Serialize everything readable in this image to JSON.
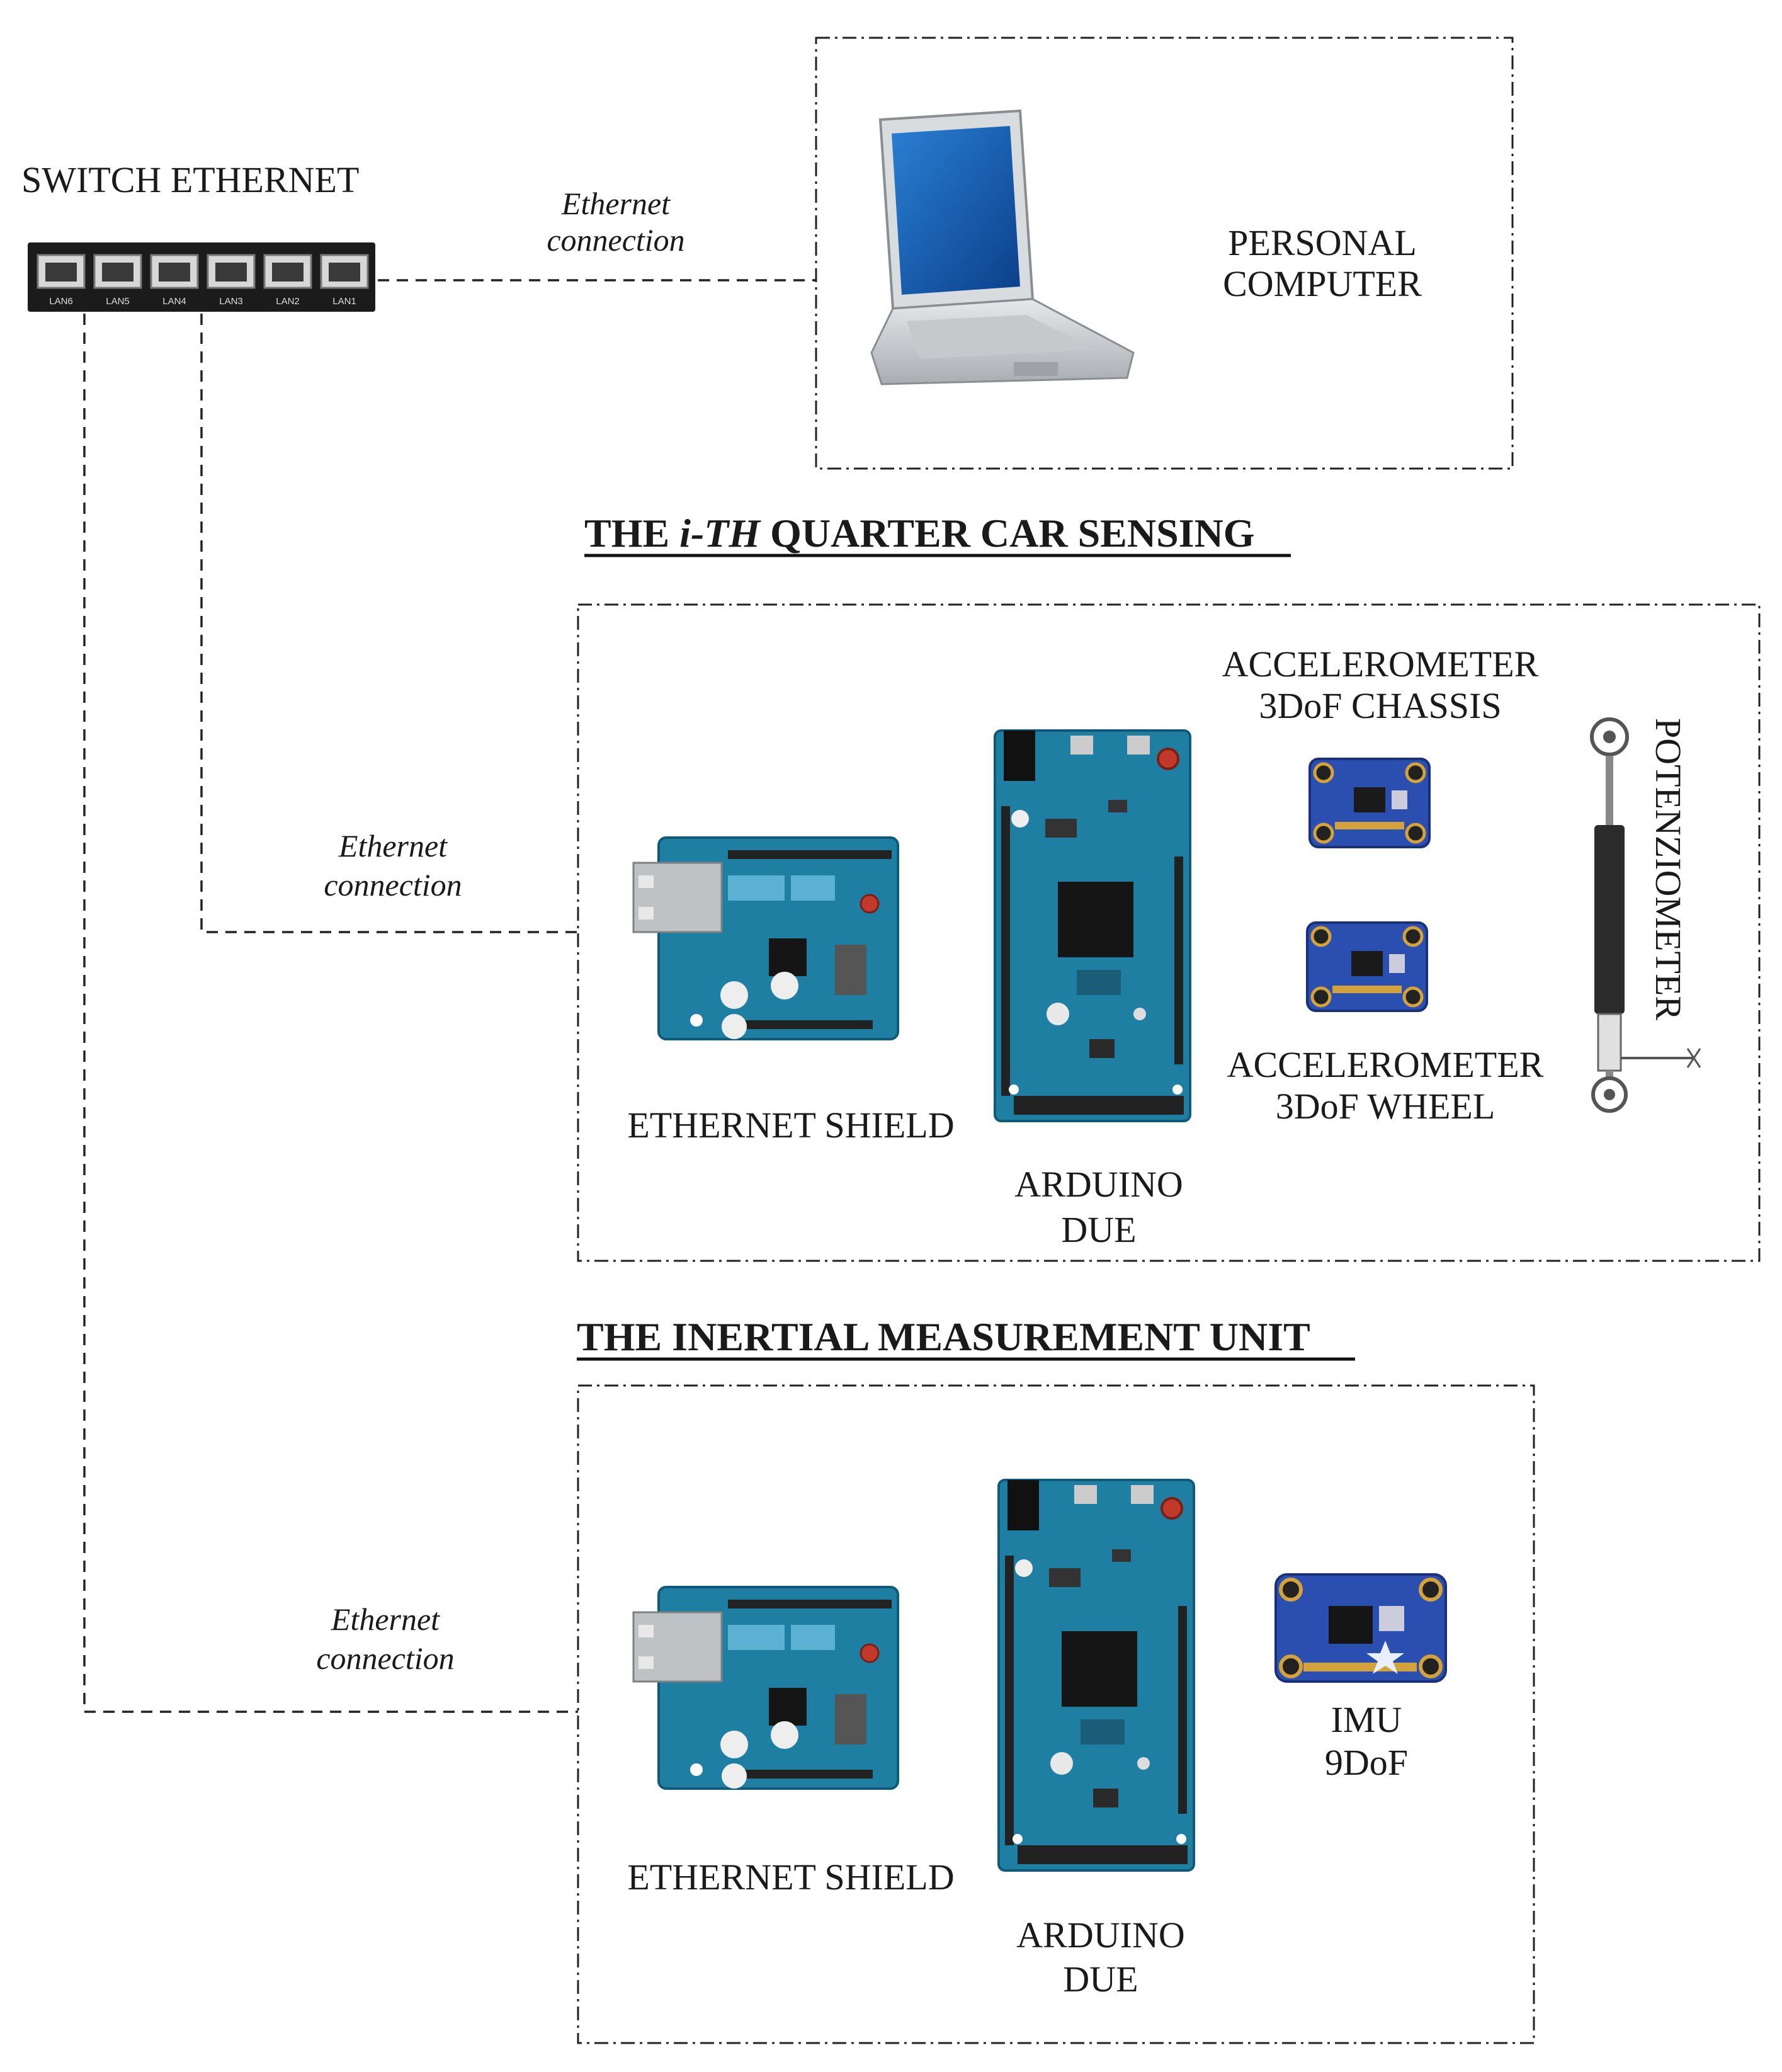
{
  "switch": {
    "label": "SWITCH ETHERNET",
    "ports": [
      "LAN6",
      "LAN5",
      "LAN4",
      "LAN3",
      "LAN2",
      "LAN1"
    ]
  },
  "pc": {
    "label_line1": "PERSONAL",
    "label_line2": "COMPUTER"
  },
  "connections": {
    "label_line1": "Ethernet",
    "label_line2": "connection"
  },
  "quarter_car": {
    "title_prefix": "THE ",
    "title_italic": "i-TH",
    "title_suffix": " QUARTER CAR SENSING",
    "ethernet_shield": "ETHERNET SHIELD",
    "arduino_line1": "ARDUINO",
    "arduino_line2": "DUE",
    "acc_chassis_line1": "ACCELEROMETER",
    "acc_chassis_line2": "3DoF   CHASSIS",
    "acc_wheel_line1": "ACCELEROMETER",
    "acc_wheel_line2": "3DoF   WHEEL",
    "potentiometer": "POTENZIOMETER"
  },
  "imu_unit": {
    "title": "THE INERTIAL MEASUREMENT UNIT",
    "ethernet_shield": "ETHERNET SHIELD",
    "arduino_line1": "ARDUINO",
    "arduino_line2": "DUE",
    "imu_line1": "IMU",
    "imu_line2": "9DoF"
  }
}
